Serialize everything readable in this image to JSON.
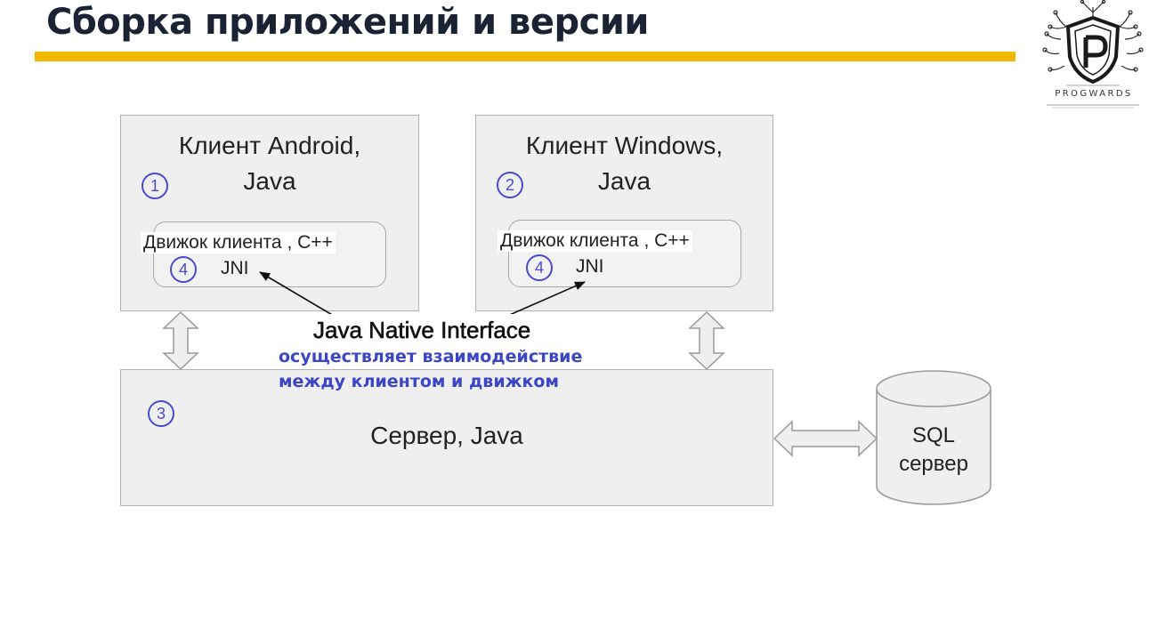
{
  "slide": {
    "title": "Сборка приложений и версии"
  },
  "logo": {
    "text": "PROGWARDS"
  },
  "diagram": {
    "android_client": {
      "title": "Клиент Android,\nJava",
      "badge": "1",
      "engine_label": "Движок клиента , C++",
      "engine_badge": "4",
      "jni_label": "JNI"
    },
    "windows_client": {
      "title": "Клиент Windows,\nJava",
      "badge": "2",
      "engine_label": "Движок клиента , C++",
      "engine_badge": "4",
      "jni_label": "JNI"
    },
    "server": {
      "title": "Сервер, Java",
      "badge": "3"
    },
    "database": {
      "label": "SQL\nсервер"
    },
    "callout": {
      "title": "Java Native Interface",
      "description": "осуществляет взаимодействие\nмежду клиентом и движком"
    }
  },
  "colors": {
    "accent_bar": "#f2b800",
    "badge": "#4a4ad0",
    "callout_desc": "#3b45c8",
    "box_fill": "#efefef"
  }
}
